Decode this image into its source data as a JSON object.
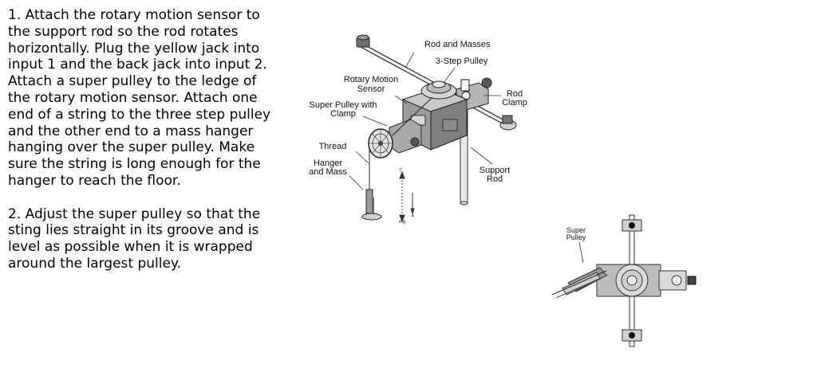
{
  "steps": [
    "1. Attach the rotary motion sensor to\nthe support rod so the rod rotates\nhorizontally.  Plug the yellow jack into\ninput 1 and the back jack into input 2.\nAttach a super pulley to the ledge of\nthe rotary motion sensor. Attach one\nend of a string to the three step pulley\nand the other end to a mass hanger\nhanging over the super pulley.  Make\nsure the string is long enough for the\nhanger to reach the floor.",
    "2. Adjust the super pulley so that the\nsting lies straight in its groove and is\nlevel as possible when it is wrapped\naround the largest pulley."
  ],
  "figure1": {
    "labels": {
      "rod_masses": "Rod and Masses",
      "step_pulley": "3-Step Pulley",
      "rms_1": "Rotary Motion",
      "rms_2": "Sensor",
      "sp_1": "Super Pulley with",
      "sp_2": "Clamp",
      "rc_1": "Rod",
      "rc_2": "Clamp",
      "thread": "Thread",
      "hm_1": "Hanger",
      "hm_2": "and Mass",
      "sr_1": "Support",
      "sr_2": "Rod",
      "force_t": "T",
      "force_a": "a",
      "force_mg": "mg"
    }
  },
  "figure2": {
    "labels": {
      "sp_1": "Super",
      "sp_2": "Pulley"
    }
  }
}
